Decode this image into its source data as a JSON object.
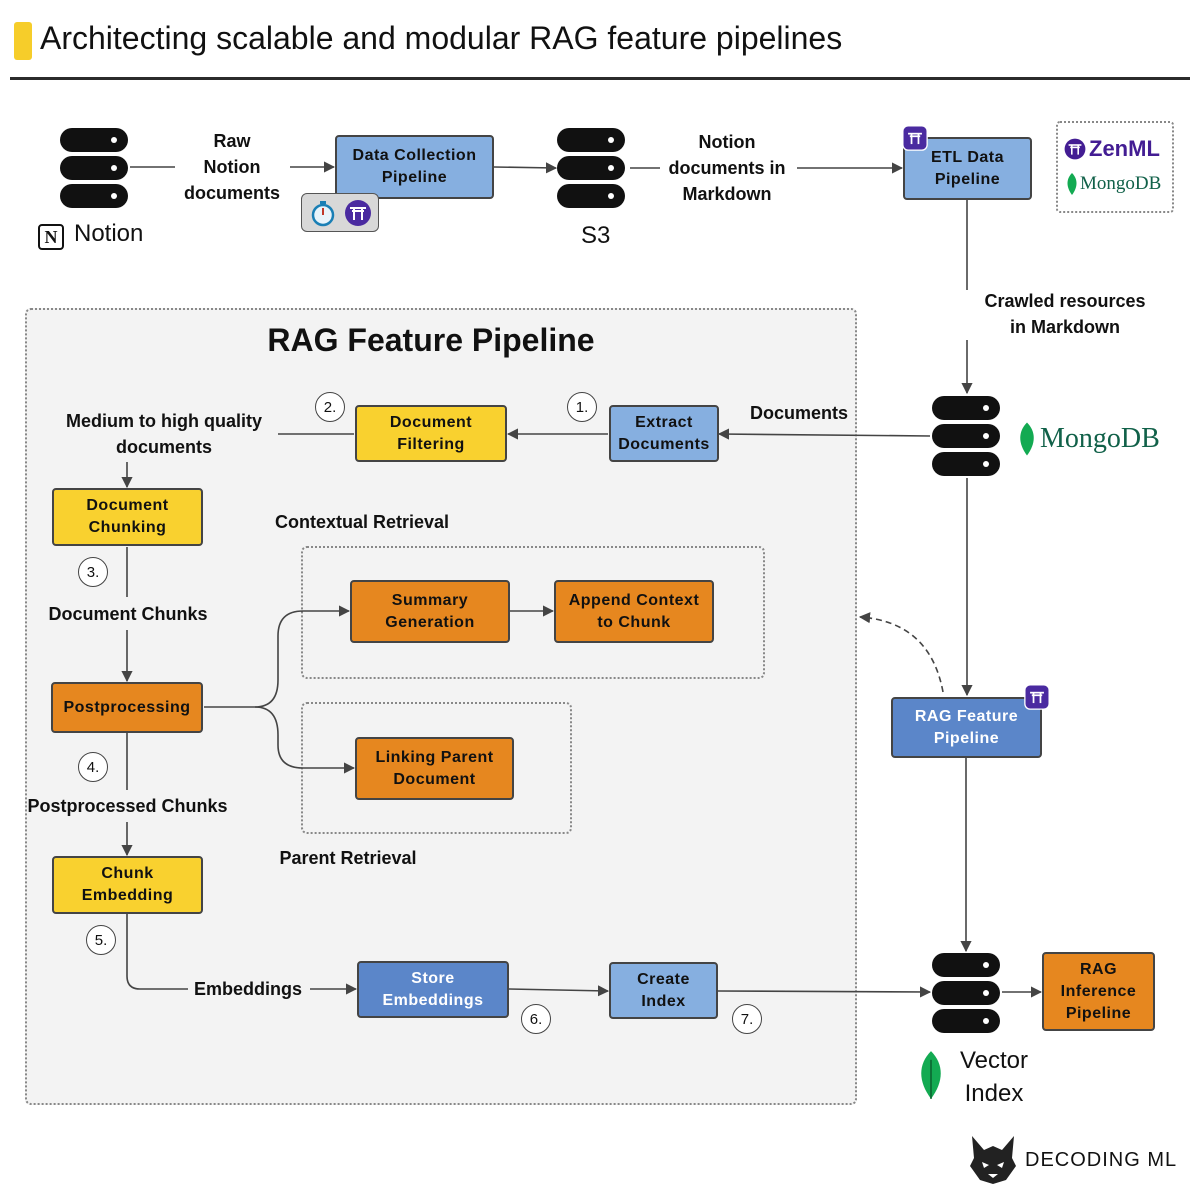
{
  "header": {
    "title": "Architecting scalable and modular RAG feature pipelines"
  },
  "sources": {
    "notion_label": "Notion",
    "notion_glyph": "N",
    "s3_label": "S3",
    "raw_notion": "Raw\nNotion\ndocuments",
    "notion_md": "Notion\ndocuments in\nMarkdown",
    "crawled": "Crawled resources\nin Markdown",
    "documents": "Documents"
  },
  "boxes": {
    "data_collection": "Data Collection\nPipeline",
    "etl": "ETL Data\nPipeline",
    "extract": "Extract\nDocuments",
    "filtering": "Document\nFiltering",
    "chunking": "Document\nChunking",
    "postprocessing": "Postprocessing",
    "summary": "Summary\nGeneration",
    "append": "Append Context\nto Chunk",
    "linking": "Linking Parent\nDocument",
    "embedding": "Chunk\nEmbedding",
    "store": "Store\nEmbeddings",
    "create_index": "Create\nIndex",
    "rag_feature": "RAG Feature\nPipeline",
    "rag_inference": "RAG\nInference\nPipeline"
  },
  "panel": {
    "title": "RAG Feature Pipeline",
    "medium_quality": "Medium to high quality\ndocuments",
    "contextual_retrieval": "Contextual Retrieval",
    "document_chunks": "Document Chunks",
    "postprocessed_chunks": "Postprocessed Chunks",
    "parent_retrieval": "Parent Retrieval",
    "embeddings": "Embeddings"
  },
  "steps": [
    "1.",
    "2.",
    "3.",
    "4.",
    "5.",
    "6.",
    "7."
  ],
  "stores": {
    "mongodb": "MongoDB",
    "vector_index": "Vector\nIndex"
  },
  "legend": {
    "zenml": "ZenML",
    "mongodb": "MongoDB"
  },
  "footer": {
    "brand": "DECODING ML"
  },
  "icons": [
    "database-icon",
    "notion-icon",
    "stopwatch-icon",
    "zenml-icon",
    "mongodb-leaf-icon",
    "wolf-logo-icon"
  ],
  "colors": {
    "light_blue": "#86afe0",
    "dark_blue": "#5b86c9",
    "yellow": "#f9d12f",
    "orange": "#e6871f",
    "mongodb_green": "#13aa52",
    "zenml_purple": "#431d93"
  }
}
